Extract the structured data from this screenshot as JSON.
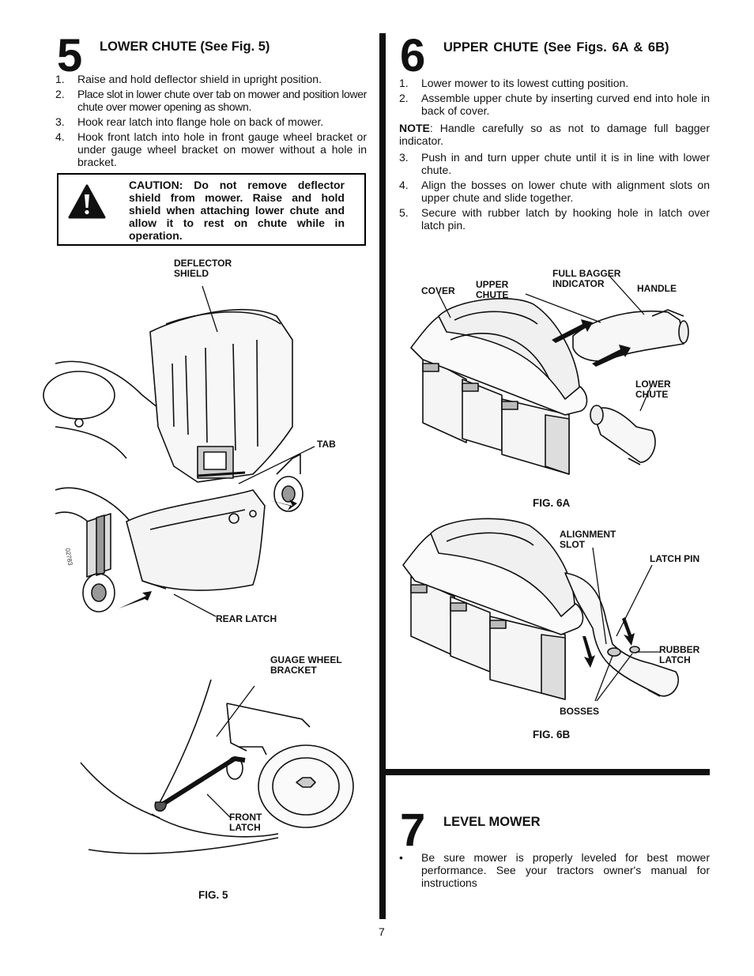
{
  "section5": {
    "number": "5",
    "title": "LOWER CHUTE (See Fig. 5)",
    "steps": [
      {
        "n": "1.",
        "text": "Raise and hold deflector shield in upright position."
      },
      {
        "n": "2.",
        "text": "Place slot in lower chute over tab on mower and position lower chute over mower opening as shown."
      },
      {
        "n": "3.",
        "text": "Hook rear latch into flange hole on back of mower."
      },
      {
        "n": "4.",
        "text": "Hook front latch into hole in front gauge wheel bracket or under gauge wheel bracket on mower without a hole in bracket."
      }
    ],
    "caution": "CAUTION: Do not remove deflector shield from mower. Raise and hold shield when attaching lower chute and allow it to rest on chute while in operation.",
    "figure": {
      "labels": {
        "deflector_shield": "DEFLECTOR SHIELD",
        "tab": "TAB",
        "rear_latch": "REAR LATCH",
        "gauge_wheel_bracket": "GUAGE WHEEL BRACKET",
        "front_latch": "FRONT LATCH",
        "part_number": "02783"
      },
      "caption": "FIG. 5"
    }
  },
  "section6": {
    "number": "6",
    "title": "UPPER CHUTE (See Figs. 6A & 6B)",
    "steps_a": [
      {
        "n": "1.",
        "text": "Lower mower to its lowest cutting position."
      },
      {
        "n": "2.",
        "text": "Assemble upper chute by inserting curved end into hole in back of cover."
      }
    ],
    "note_label": "NOTE",
    "note_text": ": Handle carefully so as not to damage full bagger indicator.",
    "steps_b": [
      {
        "n": "3.",
        "text": "Push in and turn upper chute until it is in line with lower chute."
      },
      {
        "n": "4.",
        "text": "Align the bosses on lower chute with alignment slots on upper chute and slide together."
      },
      {
        "n": "5.",
        "text": "Secure with rubber latch by hooking hole in latch over latch pin."
      }
    ],
    "fig6a": {
      "labels": {
        "cover": "COVER",
        "upper_chute": "UPPER CHUTE",
        "full_bagger_indicator": "FULL BAGGER INDICATOR",
        "handle": "HANDLE",
        "lower_chute": "LOWER CHUTE"
      },
      "caption": "FIG. 6A"
    },
    "fig6b": {
      "labels": {
        "alignment_slot": "ALIGNMENT SLOT",
        "latch_pin": "LATCH PIN",
        "rubber_latch": "RUBBER LATCH",
        "bosses": "BOSSES"
      },
      "caption": "FIG. 6B"
    }
  },
  "section7": {
    "number": "7",
    "title": "LEVEL MOWER",
    "bullet": "•",
    "text": "Be sure mower is properly leveled for best mower performance.  See your tractors owner's manual for instructions"
  },
  "page_number": "7"
}
